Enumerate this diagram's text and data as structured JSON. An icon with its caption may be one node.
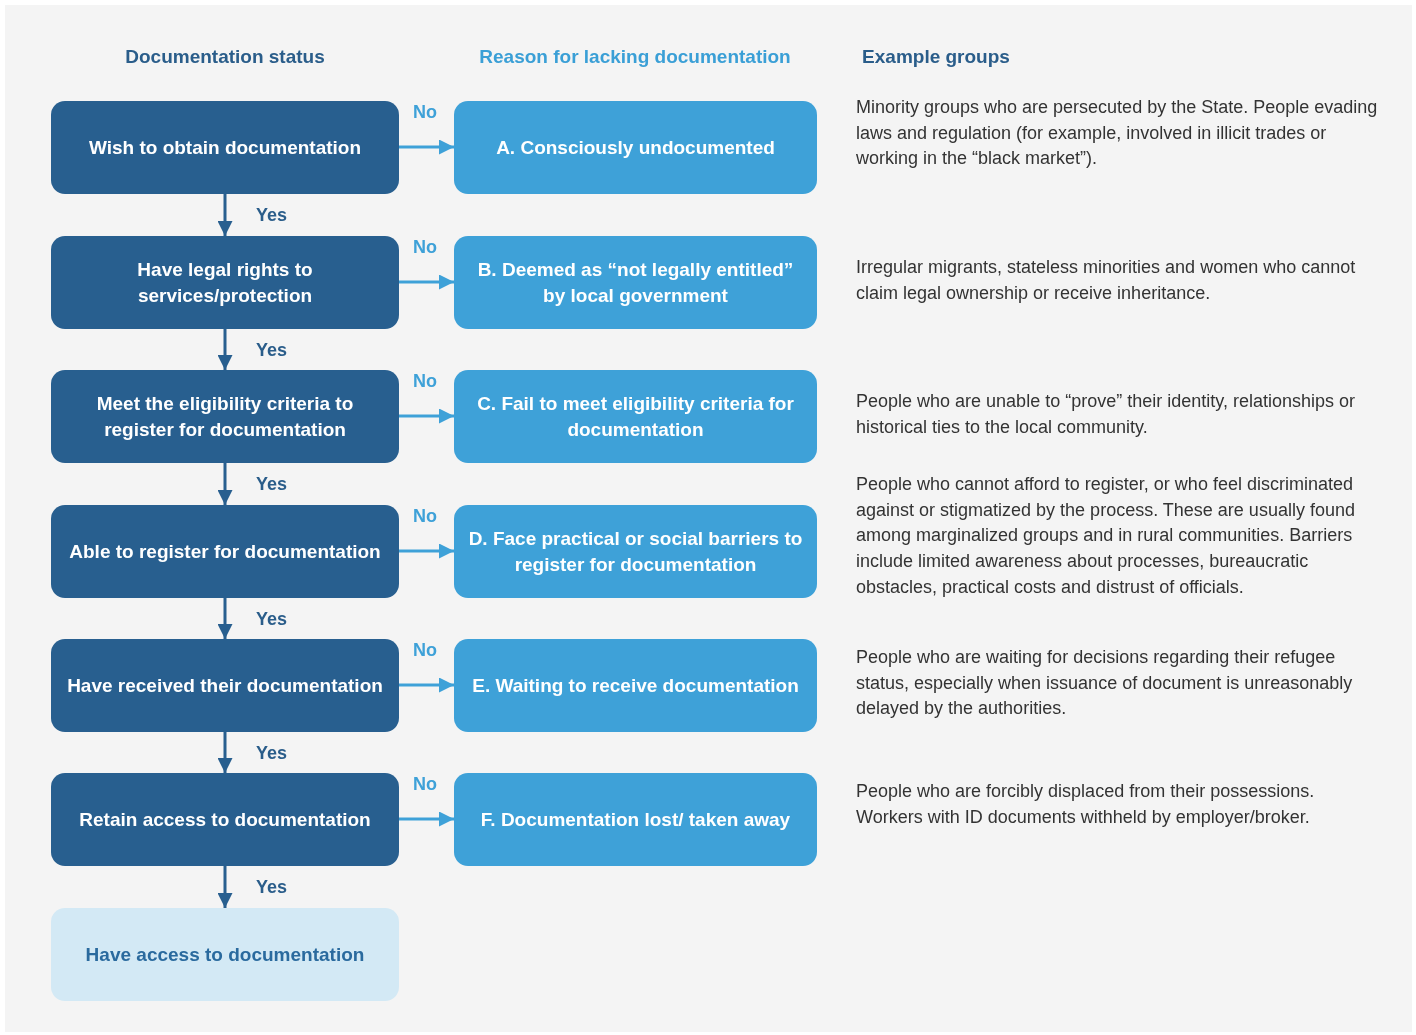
{
  "diagram": {
    "nodes": [
      {
        "text": [
          "Wish to obtain documentation"
        ]
      },
      {
        "text": [
          "Have legal rights to services/protection"
        ]
      },
      {
        "text": [
          "Meet the eligibility criteria to register for documentation"
        ]
      },
      {
        "text": [
          "Able to register for documentation"
        ]
      },
      {
        "text": [
          "Have received their documentation"
        ]
      },
      {
        "text": [
          "Retain access to documentation"
        ]
      },
      {
        "text": [
          "Have access to documentation"
        ]
      },
      {
        "text": [
          "A. Consciously undocumented"
        ]
      },
      {
        "text": [
          "B. Deemed as “not legally entitled” by local government"
        ]
      },
      {
        "text": [
          "C. Fail to meet eligibility criteria for documentation"
        ]
      },
      {
        "text": [
          "D. Face practical or social barriers to register for documentation"
        ]
      },
      {
        "text": [
          "E. Waiting to receive documentation"
        ]
      },
      {
        "text": [
          "F. Documentation lost/ taken away"
        ]
      }
    ],
    "edges": [
      {
        "from": 0,
        "to": 1,
        "arrow": "to",
        "label": "Yes"
      },
      {
        "from": 1,
        "to": 2,
        "arrow": "to",
        "label": "Yes"
      },
      {
        "from": 2,
        "to": 3,
        "arrow": "to",
        "label": "Yes"
      },
      {
        "from": 3,
        "to": 4,
        "arrow": "to",
        "label": "Yes"
      },
      {
        "from": 4,
        "to": 5,
        "arrow": "to",
        "label": "Yes"
      },
      {
        "from": 5,
        "to": 6,
        "arrow": "to",
        "label": "Yes"
      },
      {
        "from": 0,
        "to": 7,
        "arrow": "to",
        "label": "No",
        "color": "#3ea1d8"
      },
      {
        "from": 1,
        "to": 8,
        "arrow": "to",
        "label": "No",
        "color": "#3ea1d8"
      },
      {
        "from": 2,
        "to": 9,
        "arrow": "to",
        "label": "No",
        "color": "#3ea1d8"
      },
      {
        "from": 3,
        "to": 10,
        "arrow": "to",
        "label": "No",
        "color": "#3ea1d8"
      },
      {
        "from": 4,
        "to": 11,
        "arrow": "to",
        "label": "No",
        "color": "#3ea1d8"
      },
      {
        "from": 5,
        "to": 12,
        "arrow": "to",
        "label": "No",
        "color": "#3ea1d8"
      }
    ],
    "labels": [
      "Documentation status",
      "Reason for lacking documentation",
      "Example groups",
      "Minority groups who are persecuted by the State. People evading laws and regulation (for example, involved in illicit trades or working in the “black market”).",
      "Irregular migrants, stateless minorities and women who cannot claim legal ownership or receive inheritance.",
      "People who are unable to “prove” their identity, relationships or historical ties to the local community.",
      "People who cannot afford to register, or who feel discriminated against or stigmatized by the process. These are usually found among marginalized groups and in rural communities. Barriers include limited awareness about processes, bureaucratic obstacles, practical costs and distrust of officials.",
      "People who are waiting for decisions regarding their refugee status, especially when issuance of document is unreasonably delayed by the authorities.",
      "People who are forcibly displaced from their possessions. Workers with ID documents withheld by employer/broker."
    ]
  }
}
